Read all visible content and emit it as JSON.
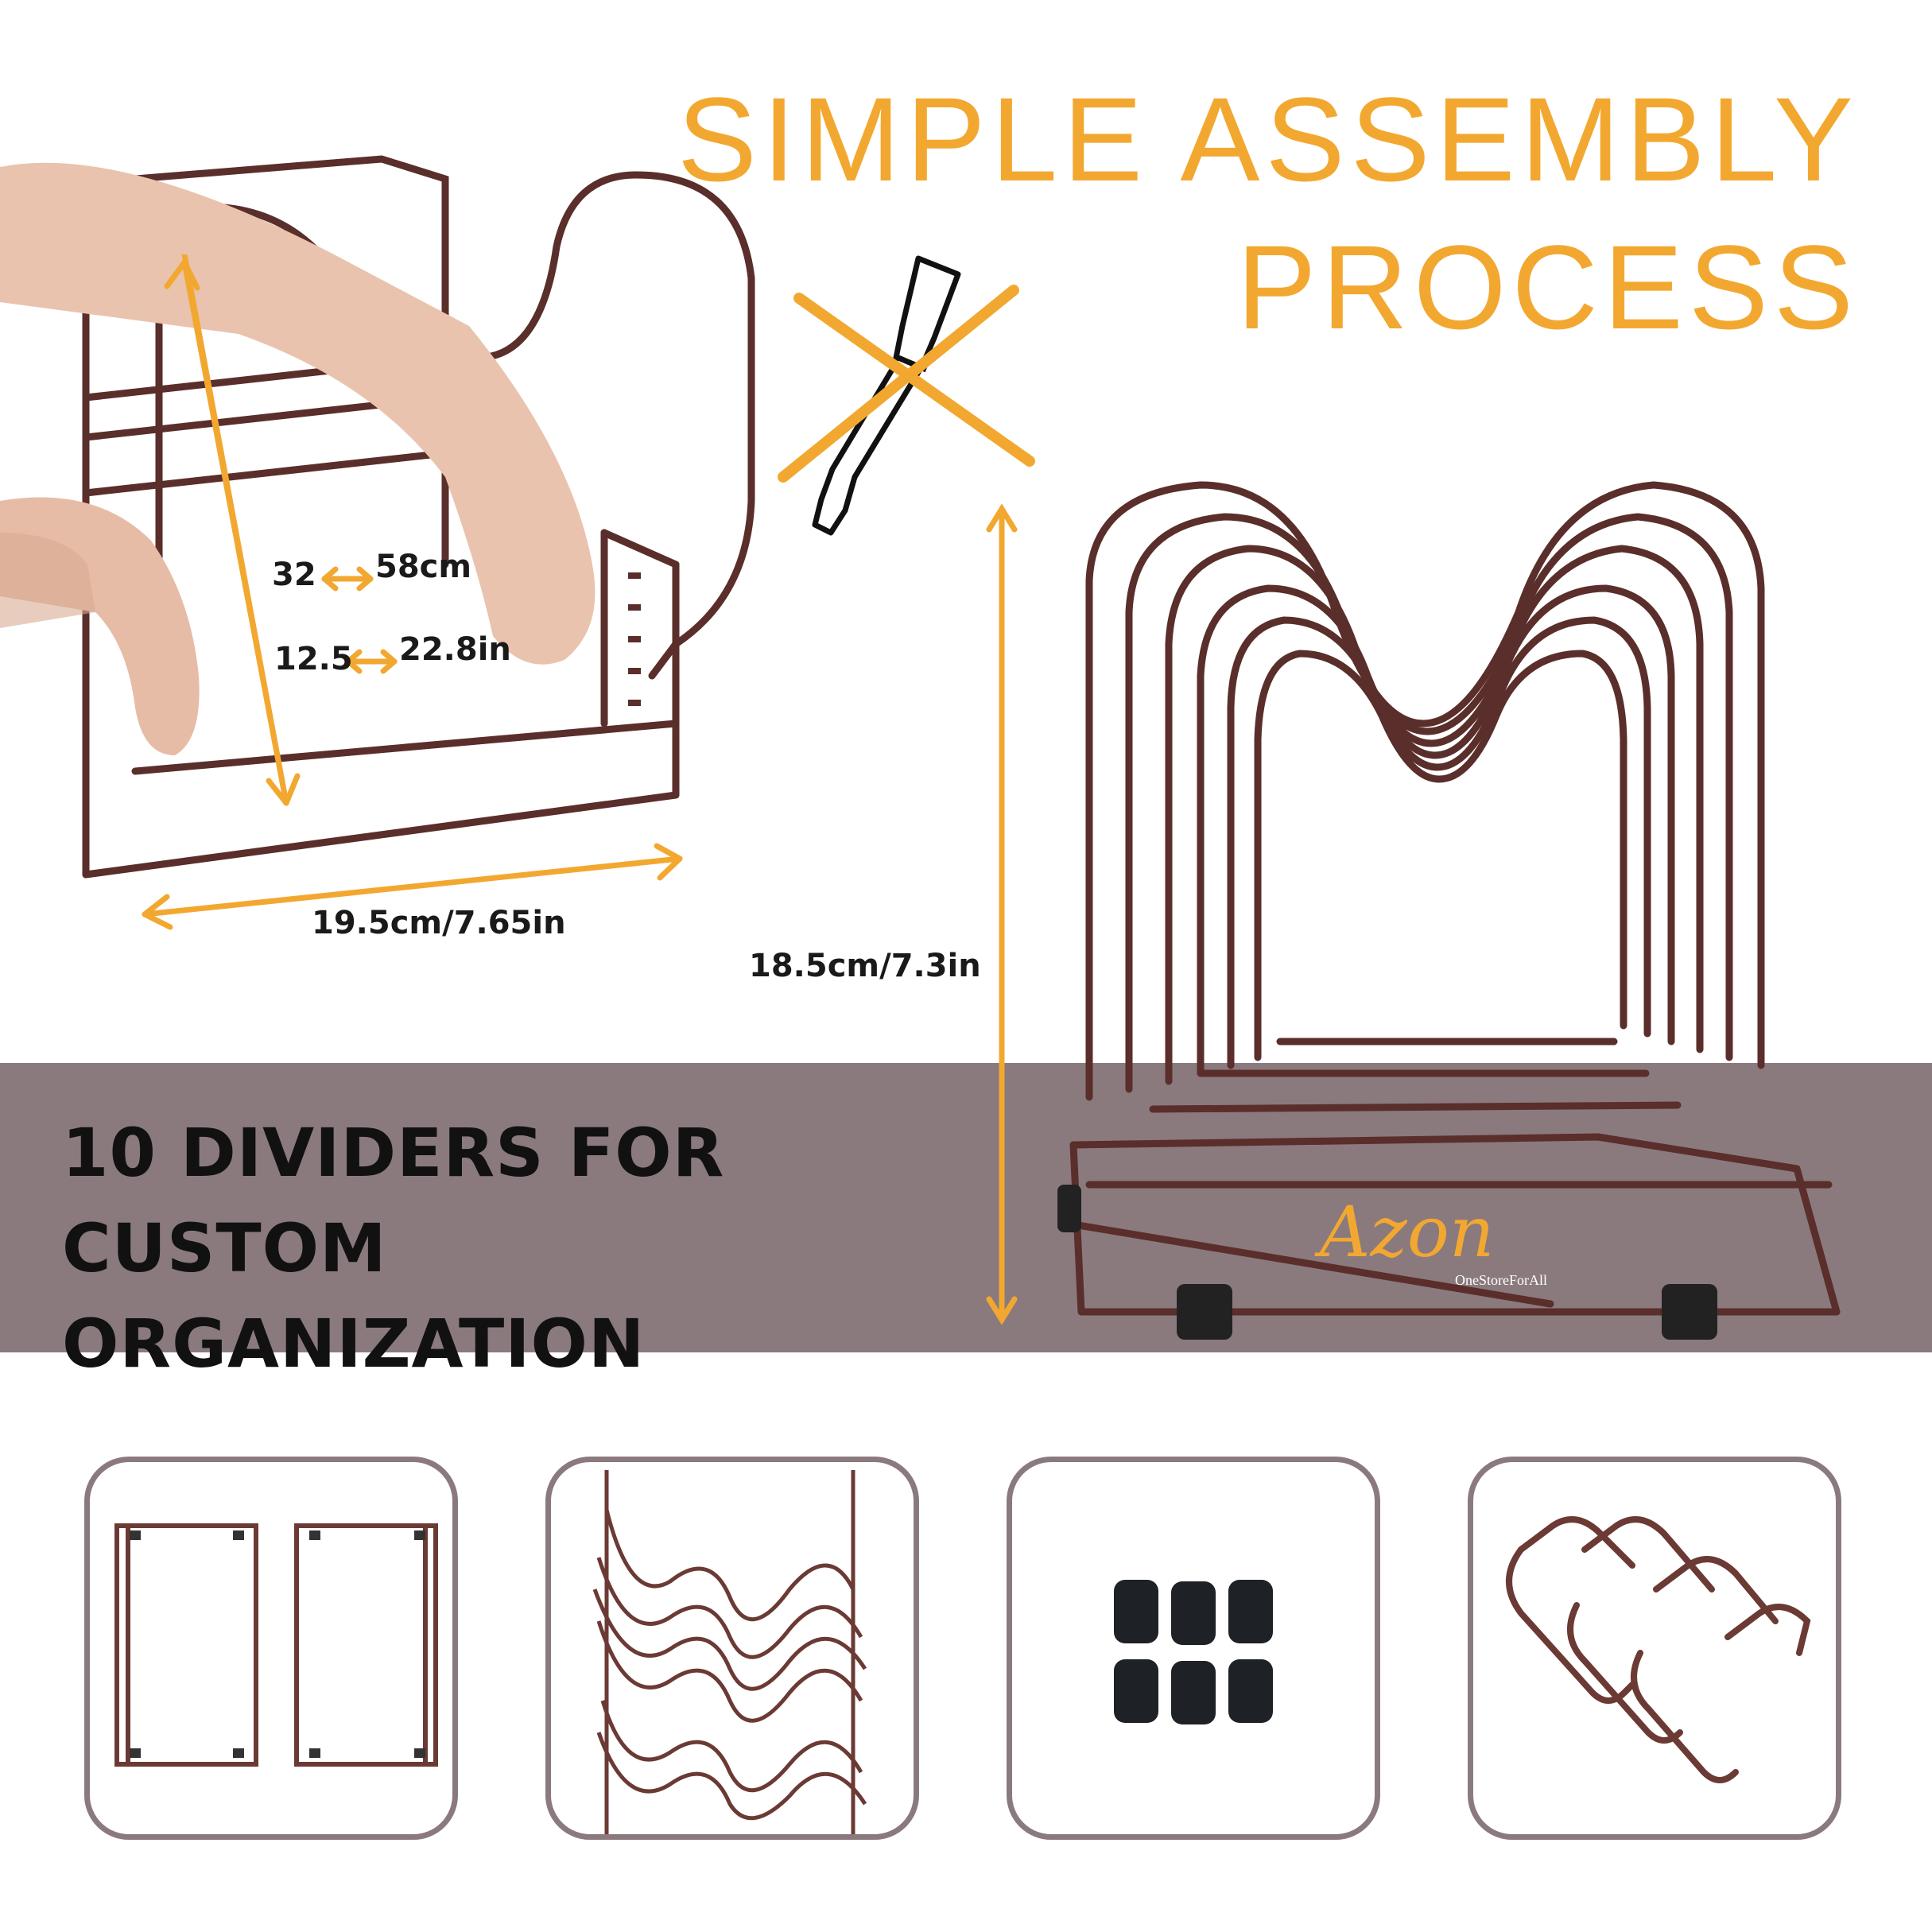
{
  "header": {
    "title_line1": "SIMPLE ASSEMBLY",
    "title_line2": "PROCESS"
  },
  "band": {
    "line1": "10 DIVIDERS FOR CUSTOM",
    "line2": "ORGANIZATION"
  },
  "dimensions": {
    "expand_cm_min": "32",
    "expand_cm_max": "58cm",
    "expand_in_min": "12.5",
    "expand_in_max": "22.8in",
    "width": "19.5cm/7.65in",
    "height": "18.5cm/7.3in"
  },
  "logo": {
    "brand": "Azon",
    "tagline": "OneStoreForAll"
  },
  "colors": {
    "accent": "#f2a830",
    "band": "#8a7a7e",
    "rack": "#5a2e2a",
    "text": "#111111"
  },
  "icons": {
    "no_tools": "no-screwdriver-icon"
  },
  "tiles": [
    {
      "content": "rack-base-frames"
    },
    {
      "content": "wire-dividers"
    },
    {
      "content": "rubber-feet"
    },
    {
      "content": "s-hooks"
    }
  ]
}
